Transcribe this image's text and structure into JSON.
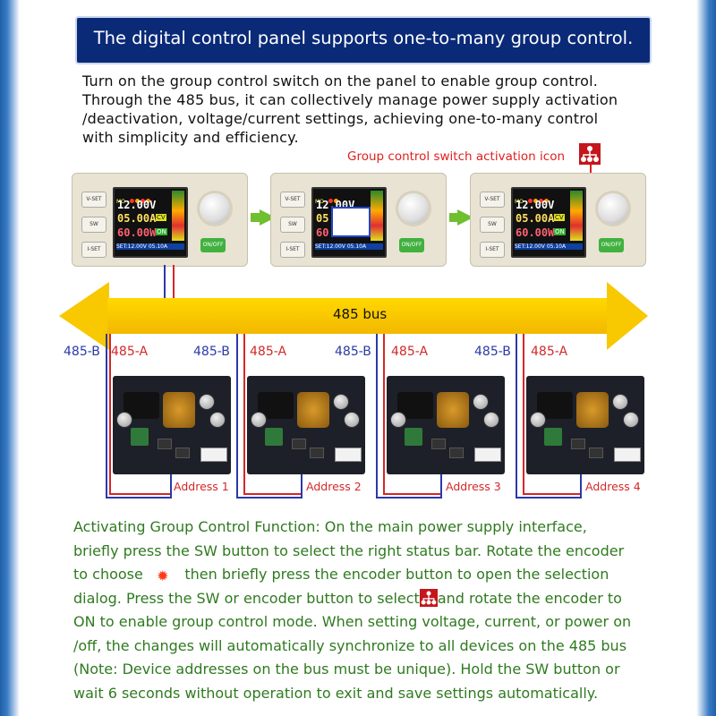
{
  "banner": {
    "title": "The digital control panel supports one-to-many group control."
  },
  "intro": {
    "lines": [
      "Turn on the group control switch on the panel to enable group control.",
      "Through the 485 bus, it can collectively manage power supply activation",
      "/deactivation, voltage/current settings, achieving one-to-many control",
      "with simplicity and efficiency."
    ]
  },
  "callout": {
    "label": "Group control switch activation icon",
    "icon": "group-control-icon"
  },
  "panel": {
    "buttons": [
      "V-SET",
      "SW",
      "I-SET"
    ],
    "onoff": "ON/OFF",
    "status": "MO",
    "voltage": "12.00V",
    "current": "05.00A",
    "power": "60.00W",
    "mode": "CV",
    "state": "ON",
    "setline": "SET:12.00V 05.10A"
  },
  "bus": {
    "label": "485 bus",
    "color": "#f8c800"
  },
  "wiring": {
    "b_label": "485-B",
    "a_label": "485-A",
    "b_color": "#2a3aa8",
    "a_color": "#d42828"
  },
  "modules": [
    {
      "address": "Address 1"
    },
    {
      "address": "Address 2"
    },
    {
      "address": "Address 3"
    },
    {
      "address": "Address 4"
    }
  ],
  "description": {
    "line1": "Activating Group Control Function:  On the main power supply interface,",
    "line2": "briefly press the SW button to select the right status bar. Rotate the encoder",
    "line3a": "to choose",
    "line3b": "then briefly press the encoder button to open the selection",
    "line4": " dialog. Press the SW or encoder button to select",
    "line4b": "and rotate the encoder to",
    "line5": "ON to enable group control mode. When setting voltage, current, or power on",
    "line6": "/off, the changes will automatically synchronize to all devices on the 485 bus",
    "line7": "(Note: Device addresses on the bus must be unique). Hold the SW button or",
    "line8": "wait 6 seconds without operation to exit and save settings automatically.",
    "color": "#2f7a1f"
  }
}
